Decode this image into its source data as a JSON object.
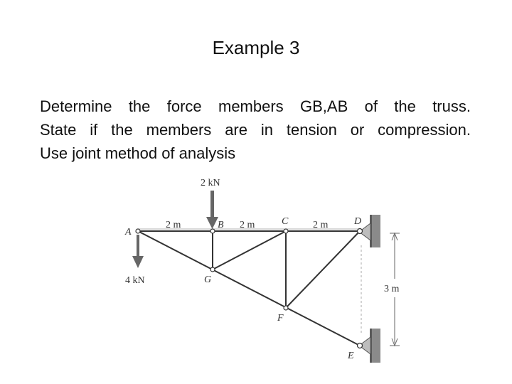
{
  "slide": {
    "title": "Example 3",
    "problem_lines": [
      "Determine the force members GB,AB of the truss.",
      "State if the members are in tension or compression.",
      "Use joint method of analysis"
    ]
  },
  "figure": {
    "load_top": "2 kN",
    "load_left": "4 kN",
    "span_ab": "2 m",
    "span_bc": "2 m",
    "span_cd": "2 m",
    "height_de": "3 m",
    "nodes": {
      "A": "A",
      "B": "B",
      "C": "C",
      "D": "D",
      "E": "E",
      "F": "F",
      "G": "G"
    }
  }
}
